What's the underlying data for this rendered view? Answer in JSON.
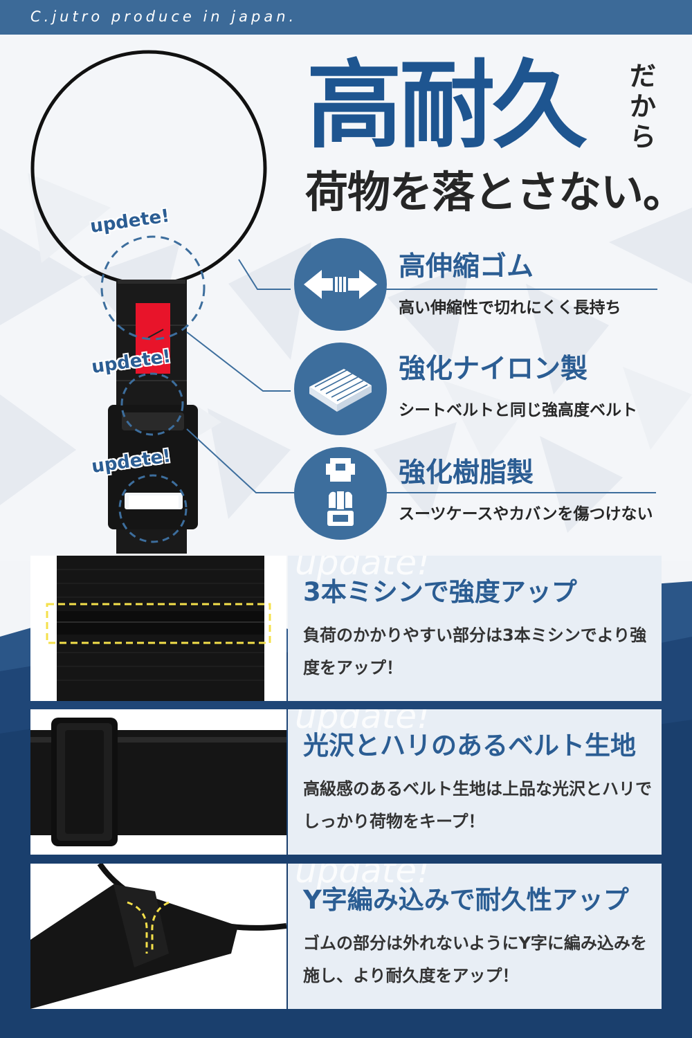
{
  "brand_tagline": "C.jutro produce in japan.",
  "colors": {
    "primary_blue": "#1e5590",
    "bar_blue": "#3c6a98",
    "navy": "#1d4474",
    "accent_yellow": "#f4e04a",
    "tag_red": "#e8142a"
  },
  "headline": {
    "main": "高耐久",
    "side": "だから",
    "sub": "荷物を落とさない。"
  },
  "callout_label": "updete!",
  "features": [
    {
      "icon": "stretch-arrows-icon",
      "title": "高伸縮ゴム",
      "desc": "高い伸縮性で切れにくく長持ち"
    },
    {
      "icon": "nylon-weave-icon",
      "title": "強化ナイロン製",
      "desc": "シートベルトと同じ強高度ベルト"
    },
    {
      "icon": "buckle-icon",
      "title": "強化樹脂製",
      "desc": "スーツケースやカバンを傷つけない"
    }
  ],
  "panels": [
    {
      "watermark": "update!",
      "title": "3本ミシンで強度アップ",
      "desc": "負荷のかかりやすい部分は3本ミシンでより強度をアップ！"
    },
    {
      "watermark": "update!",
      "title": "光沢とハリのあるベルト生地",
      "desc": "高級感のあるベルト生地は上品な光沢とハリでしっかり荷物をキープ！"
    },
    {
      "watermark": "update!",
      "title": "Y字編み込みで耐久性アップ",
      "desc": "ゴムの部分は外れないようにY字に編み込みを施し、より耐久度をアップ！"
    }
  ]
}
